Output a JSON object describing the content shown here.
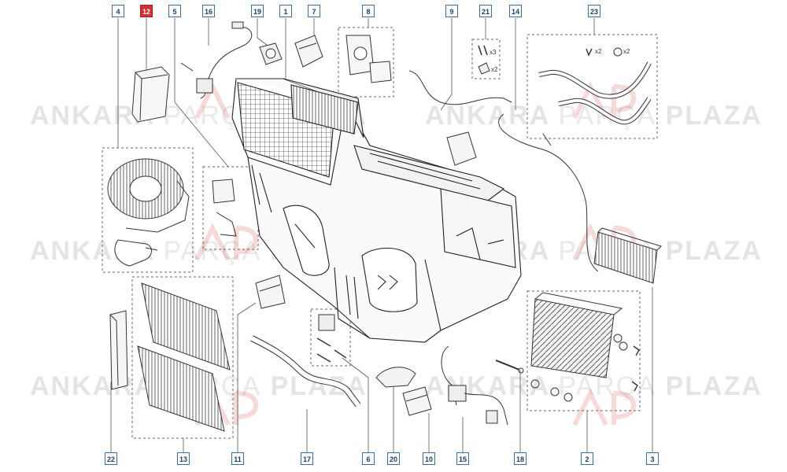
{
  "callouts": {
    "c4": "4",
    "c12": "12",
    "c5": "5",
    "c16": "16",
    "c19": "19",
    "c1": "1",
    "c7": "7",
    "c8": "8",
    "c9": "9",
    "c21": "21",
    "c14": "14",
    "c23": "23",
    "c22": "22",
    "c13": "13",
    "c11": "11",
    "c17": "17",
    "c6": "6",
    "c20": "20",
    "c10": "10",
    "c15": "15",
    "c18": "18",
    "c2": "2",
    "c3": "3"
  },
  "qty": {
    "q21a": "x3",
    "q21b": "x2",
    "q23a": "x2",
    "q23b": "x2"
  },
  "watermark": {
    "a": "ANKARA",
    "b": "PARÇA",
    "c": "PLAZA"
  },
  "colors": {
    "callout_border": "#3a6ea5",
    "callout_highlight": "#d32f2f",
    "line": "#333333"
  }
}
